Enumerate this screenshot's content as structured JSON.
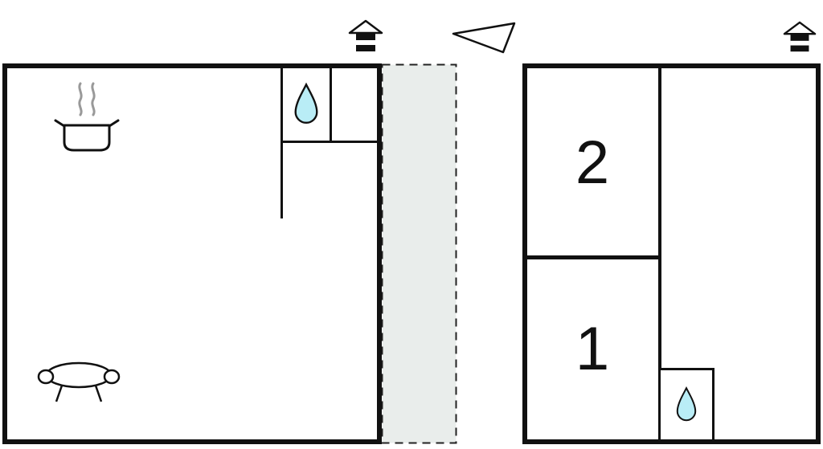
{
  "diagram": {
    "type": "floor-plan",
    "units": {
      "left": {
        "name": "living-kitchen-unit",
        "features": [
          "kitchen-pot-icon",
          "water-drop-icon",
          "sofa-icon"
        ]
      },
      "right": {
        "name": "bedroom-unit",
        "rooms": [
          {
            "label": "2"
          },
          {
            "label": "1"
          }
        ],
        "features": [
          "water-drop-icon"
        ]
      }
    },
    "markers": {
      "left_house": "house-icon",
      "right_house": "house-icon",
      "direction": "north-arrow-icon"
    },
    "colors": {
      "wall": "#111111",
      "corridor_fill": "#e9edeb",
      "water_drop_fill": "#b9edf6",
      "steam": "#999999"
    }
  }
}
